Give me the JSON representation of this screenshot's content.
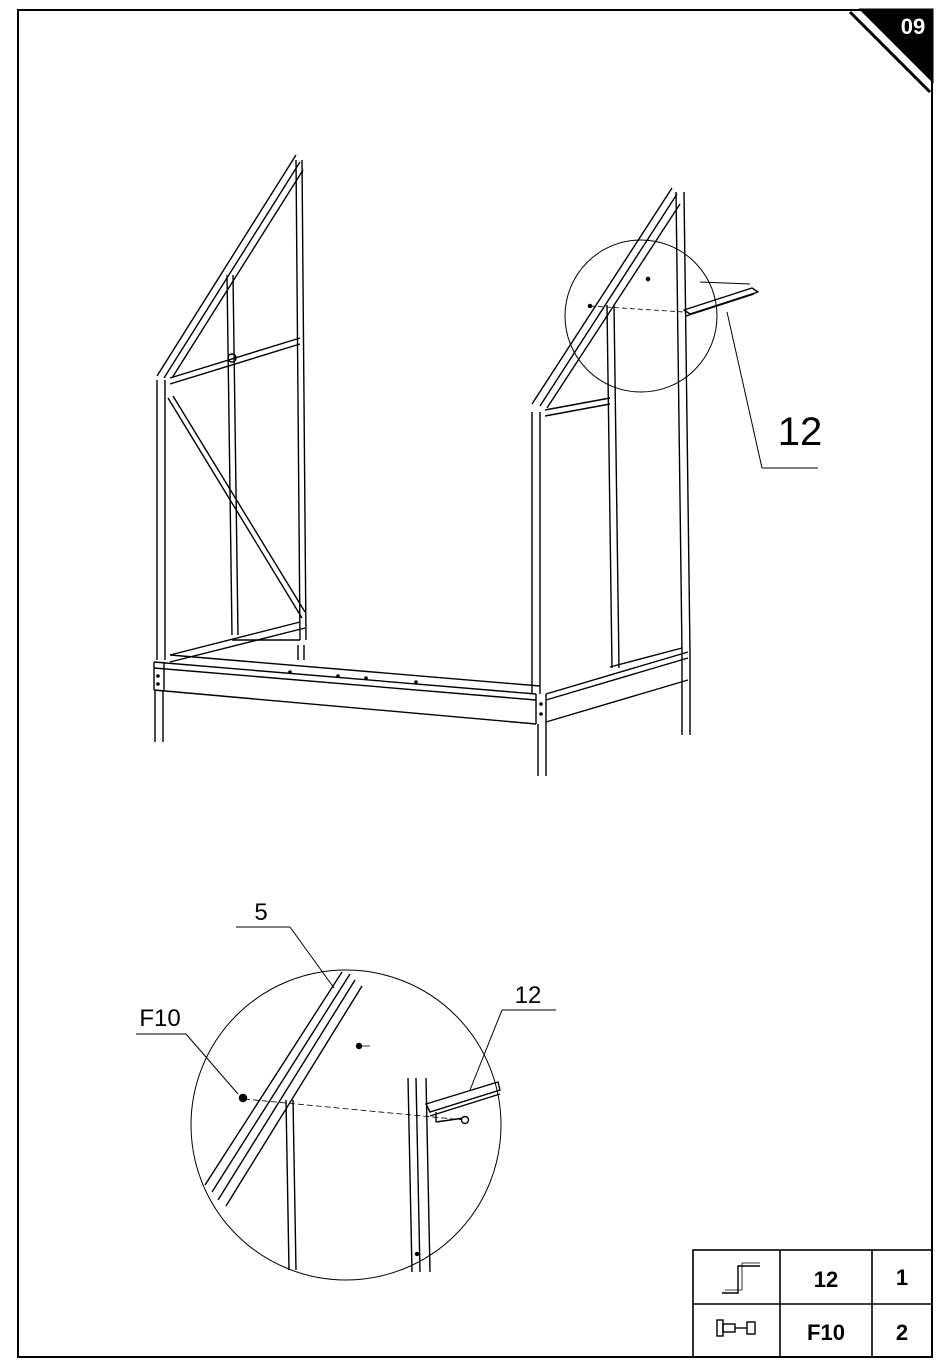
{
  "page": {
    "number": "09"
  },
  "callouts": {
    "main_part": "12",
    "detail_profile": "5",
    "detail_part": "12",
    "detail_fastener": "F10"
  },
  "parts_table": {
    "rows": [
      {
        "icon": "angle-profile-icon",
        "code": "12",
        "qty": "1"
      },
      {
        "icon": "bolt-nut-icon",
        "code": "F10",
        "qty": "2"
      }
    ]
  }
}
